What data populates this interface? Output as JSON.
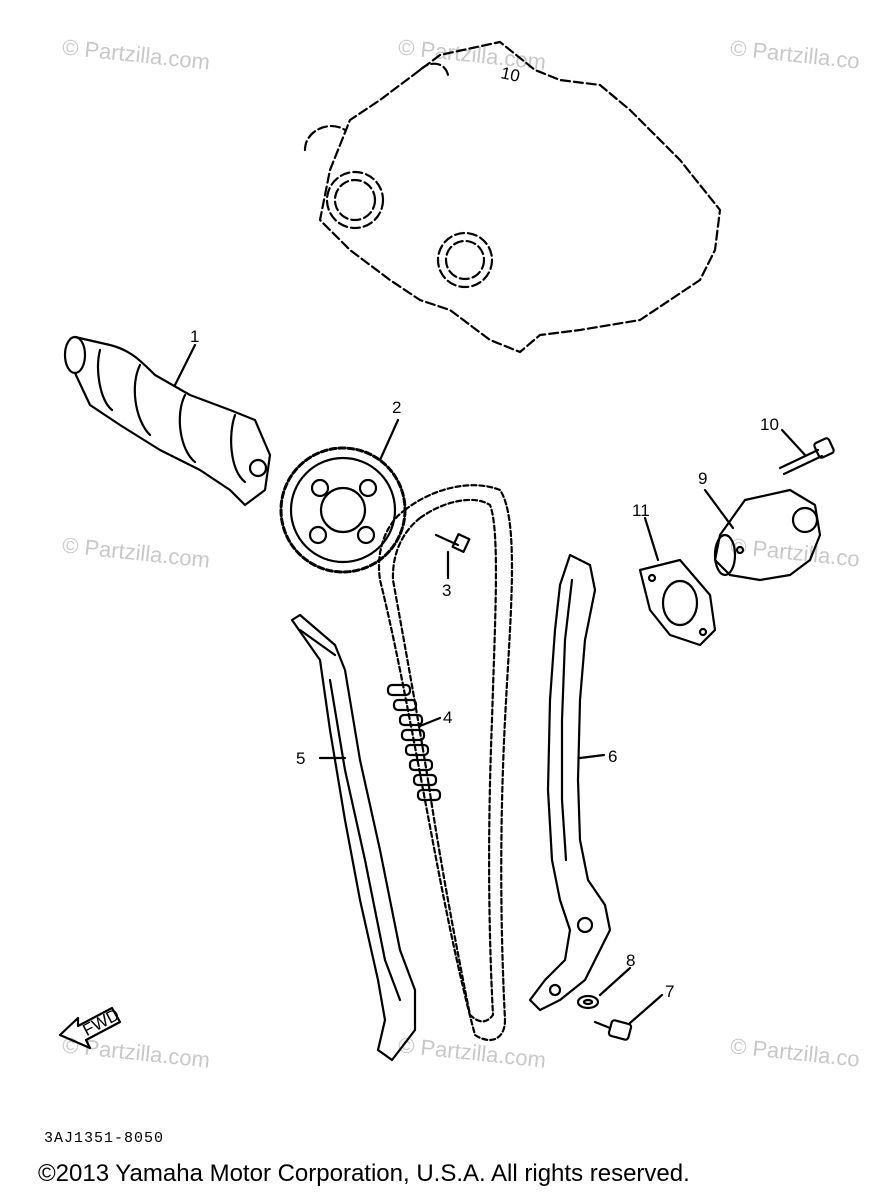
{
  "watermark": {
    "text": "© Partzilla.com",
    "text_clipped": "© Partzilla.co"
  },
  "callouts": {
    "p1": "1",
    "p2": "2",
    "p3": "3",
    "p4": "4",
    "p5": "5",
    "p6": "6",
    "p7": "7",
    "p8": "8",
    "p9": "9",
    "p10": "10",
    "p11": "11"
  },
  "fwd_label": "FWD",
  "cover_mark": "10",
  "part_code": "3AJ1351-8050",
  "copyright": "©2013  Yamaha Motor Corporation, U.S.A. All rights reserved."
}
